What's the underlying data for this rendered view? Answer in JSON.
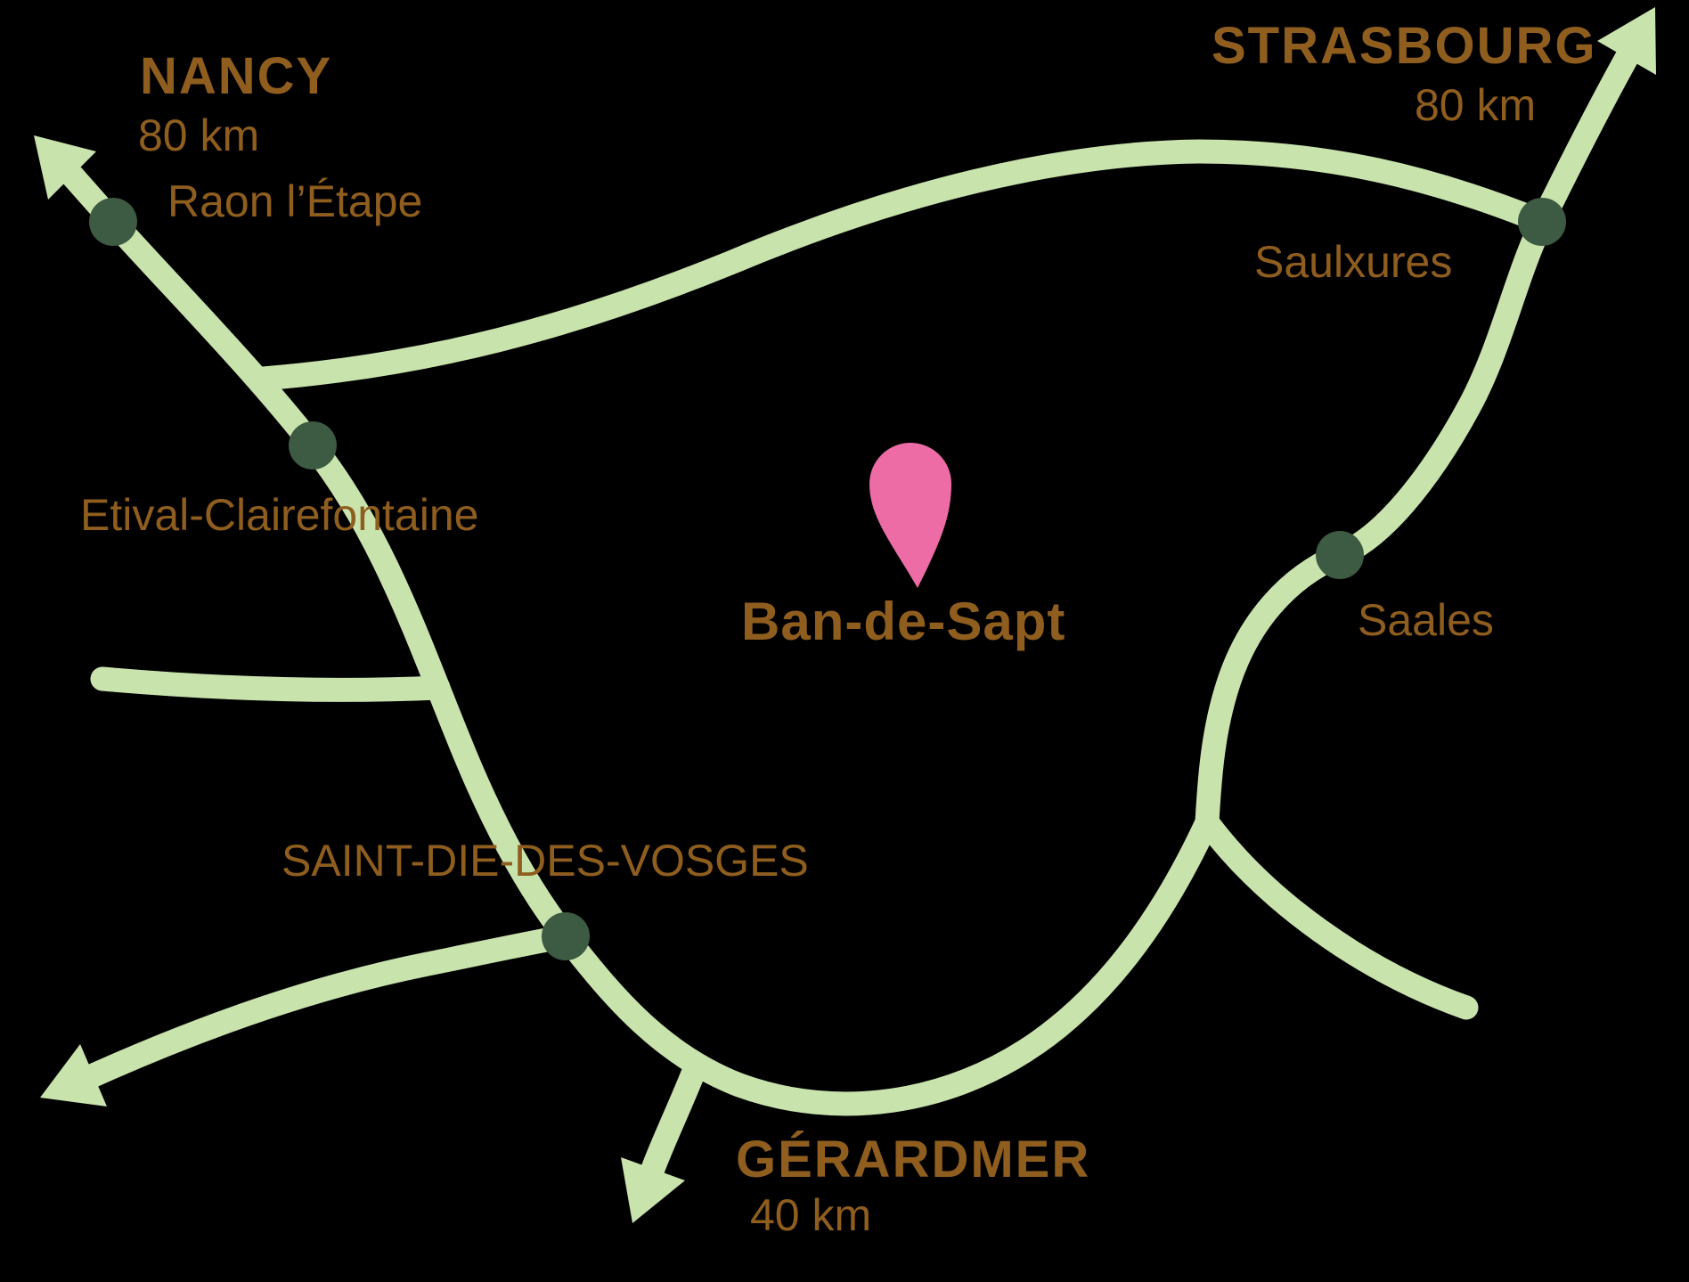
{
  "map": {
    "colors": {
      "background": "#000000",
      "road": "#c9e3ad",
      "dot": "#3d5a42",
      "text": "#8f5e1f",
      "pin": "#ee6ca6"
    },
    "destinations": [
      {
        "id": "nancy",
        "name": "NANCY",
        "distance": "80 km"
      },
      {
        "id": "strasbourg",
        "name": "STRASBOURG",
        "distance": "80 km"
      },
      {
        "id": "gerardmer",
        "name": "GÉRARDMER",
        "distance": "40 km"
      }
    ],
    "towns": [
      {
        "id": "raon",
        "name": "Raon l’Étape"
      },
      {
        "id": "saulxures",
        "name": "Saulxures"
      },
      {
        "id": "etival",
        "name": "Etival-Clairefontaine"
      },
      {
        "id": "saales",
        "name": "Saales"
      },
      {
        "id": "saint-die",
        "name": "SAINT-DIE-DES-VOSGES"
      }
    ],
    "highlight": {
      "name": "Ban-de-Sapt"
    }
  }
}
